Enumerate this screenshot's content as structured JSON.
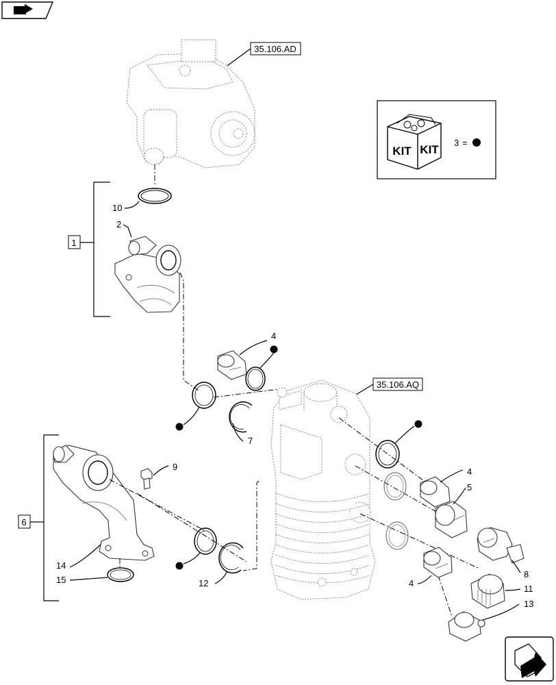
{
  "references": {
    "pump_ref": "35.106.AD",
    "filter_ref": "35.106.AQ"
  },
  "kit_legend": {
    "kit_word_left": "KIT",
    "kit_word_right": "KIT",
    "item_number": "3",
    "equals": "="
  },
  "groups": {
    "group_1": "1",
    "group_6": "6"
  },
  "callouts": {
    "c2": "2",
    "c4a": "4",
    "c4b": "4",
    "c4c": "4",
    "c5": "5",
    "c7": "7",
    "c8": "8",
    "c9": "9",
    "c10": "10",
    "c11": "11",
    "c12": "12",
    "c13": "13",
    "c14": "14",
    "c15": "15"
  },
  "icons": [
    "book-pointer-icon",
    "next-page-arrow-icon",
    "kit-box-icon",
    "kit-dot-marker-icon"
  ]
}
